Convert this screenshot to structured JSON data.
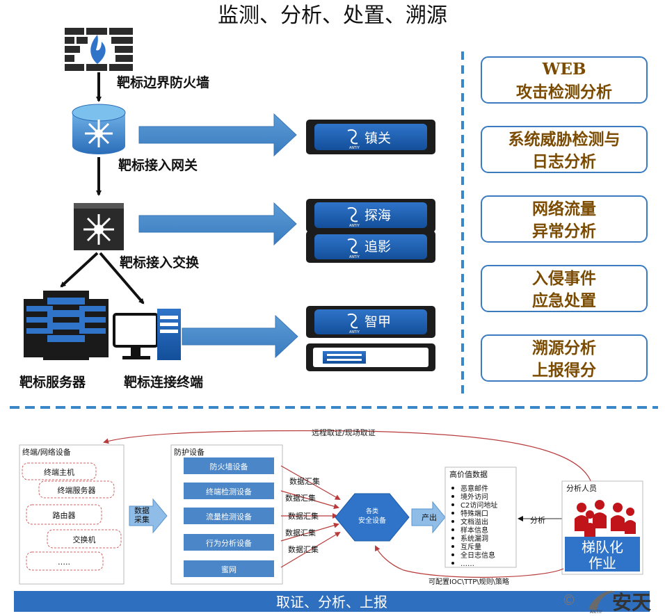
{
  "title": "监测、分析、处置、溯源",
  "devices": {
    "firewall": "靶标边界防火墙",
    "gateway": "靶标接入网关",
    "switch": "靶标接入交换",
    "server": "靶标服务器",
    "terminal": "靶标连接终端"
  },
  "products": {
    "zhenguan": "镇关",
    "tanhai": "探海",
    "zhuiying": "追影",
    "zhijia": "智甲",
    "antiy_mark": "ANTIY"
  },
  "right_boxes": [
    {
      "line1": "WEB",
      "line2": "攻击检测分析"
    },
    {
      "line1": "系统威胁检测与",
      "line2": "日志分析"
    },
    {
      "line1": "网络流量",
      "line2": "异常分析"
    },
    {
      "line1": "入侵事件",
      "line2": "应急处置"
    },
    {
      "line1": "溯源分析",
      "line2": "上报得分"
    }
  ],
  "bottom": {
    "remote_forensics": "远程取证/现场取证",
    "terminal_group": {
      "title": "终端/网络设备",
      "items": [
        "终端主机",
        "终端服务器",
        "路由器",
        "交换机",
        "….."
      ]
    },
    "data_collect": {
      "line1": "数据",
      "line2": "采集"
    },
    "protection_group": {
      "title": "防护设备",
      "items": [
        "防火墙设备",
        "终端检测设备",
        "流量检测设备",
        "行为分析设备",
        "蜜网"
      ]
    },
    "aggregate_labels": [
      "数据汇集",
      "数据汇集",
      "数据汇集",
      "数据汇集",
      "数据汇集"
    ],
    "security_hub": {
      "line1": "各类",
      "line2": "安全设备"
    },
    "output_label": "产出",
    "high_value": {
      "title": "高价值数据",
      "items": [
        "恶意邮件",
        "境外访问",
        "C2访问地址",
        "特殊端口",
        "文档溢出",
        "样本信息",
        "系统漏洞",
        "互斥量",
        "全日志信息",
        "……"
      ]
    },
    "analyze_label": "分析",
    "analyst": {
      "title": "分析人员",
      "label_line1": "梯队化",
      "label_line2": "作业"
    },
    "configurable": "可配置IOC\\TTP\\规则\\策略",
    "footer_bar": "取证、分析、上报",
    "logo": {
      "copyright": "©",
      "name": "安天",
      "mark": "ANTIY"
    }
  }
}
